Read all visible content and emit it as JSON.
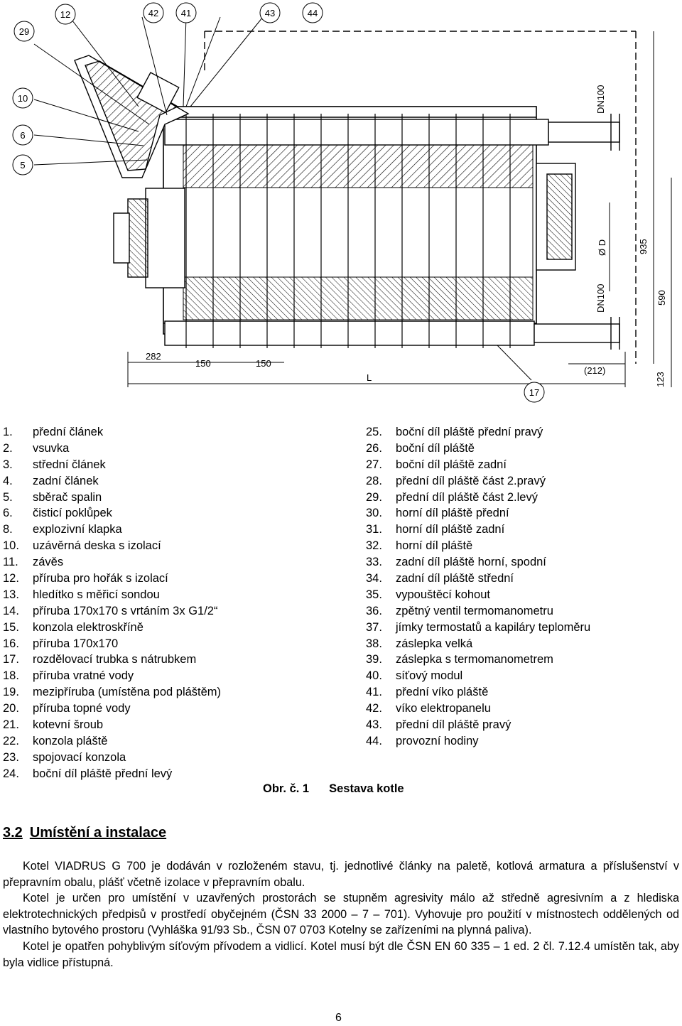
{
  "figure": {
    "callout_numbers": [
      "29",
      "12",
      "42",
      "41",
      "43",
      "44",
      "10",
      "6",
      "5",
      "17"
    ],
    "dimension_labels": [
      "DN100",
      "DN100",
      "Ø D",
      "935",
      "590",
      "282",
      "150",
      "150",
      "L",
      "(212)",
      "123"
    ]
  },
  "legend_left": [
    {
      "num": "1.",
      "text": "přední článek"
    },
    {
      "num": "2.",
      "text": "vsuvka"
    },
    {
      "num": "3.",
      "text": "střední článek"
    },
    {
      "num": "4.",
      "text": "zadní článek"
    },
    {
      "num": "5.",
      "text": "sběrač spalin"
    },
    {
      "num": "6.",
      "text": "čisticí poklůpek"
    },
    {
      "num": "8.",
      "text": "explozivní klapka"
    },
    {
      "num": "10.",
      "text": "uzávěrná deska s izolací"
    },
    {
      "num": "11.",
      "text": "závěs"
    },
    {
      "num": "12.",
      "text": "příruba pro hořák s izolací"
    },
    {
      "num": "13.",
      "text": "hledítko s měřicí sondou"
    },
    {
      "num": "14.",
      "text": "příruba 170x170 s vrtáním 3x G1/2“"
    },
    {
      "num": "15.",
      "text": "konzola elektroskříně"
    },
    {
      "num": "16.",
      "text": "příruba 170x170"
    },
    {
      "num": "17.",
      "text": "rozdělovací trubka s nátrubkem"
    },
    {
      "num": "18.",
      "text": "příruba vratné vody"
    },
    {
      "num": "19.",
      "text": "mezipříruba (umístěna pod pláštěm)"
    },
    {
      "num": "20.",
      "text": "příruba topné vody"
    },
    {
      "num": "21.",
      "text": "kotevní šroub"
    },
    {
      "num": "22.",
      "text": "konzola pláště"
    },
    {
      "num": "23.",
      "text": "spojovací konzola"
    },
    {
      "num": "24.",
      "text": "boční díl pláště přední levý"
    }
  ],
  "legend_right": [
    {
      "num": "25.",
      "text": "boční díl pláště přední pravý"
    },
    {
      "num": "26.",
      "text": "boční díl pláště"
    },
    {
      "num": "27.",
      "text": "boční díl pláště zadní"
    },
    {
      "num": "28.",
      "text": "přední díl pláště část 2.pravý"
    },
    {
      "num": "29.",
      "text": "přední díl pláště část 2.levý"
    },
    {
      "num": "30.",
      "text": "horní díl pláště přední"
    },
    {
      "num": "31.",
      "text": "horní díl pláště zadní"
    },
    {
      "num": "32.",
      "text": "horní díl pláště"
    },
    {
      "num": "33.",
      "text": "zadní díl pláště horní, spodní"
    },
    {
      "num": "34.",
      "text": "zadní díl pláště střední"
    },
    {
      "num": "35.",
      "text": "vypouštěcí kohout"
    },
    {
      "num": "36.",
      "text": "zpětný ventil termomanometru"
    },
    {
      "num": "37.",
      "text": "jímky termostatů a kapiláry teploměru"
    },
    {
      "num": "38.",
      "text": "záslepka velká"
    },
    {
      "num": "39.",
      "text": "záslepka s termomanometrem"
    },
    {
      "num": "40.",
      "text": "síťový modul"
    },
    {
      "num": "41.",
      "text": "přední víko pláště"
    },
    {
      "num": "42.",
      "text": "víko elektropanelu"
    },
    {
      "num": "43.",
      "text": "přední díl pláště pravý"
    },
    {
      "num": "44.",
      "text": "provozní hodiny"
    }
  ],
  "caption": {
    "label": "Obr. č. 1",
    "title": "Sestava kotle"
  },
  "section": {
    "number": "3.2",
    "title": "Umístění a instalace"
  },
  "paragraphs": [
    "Kotel VIADRUS G 700 je dodáván v rozloženém stavu, tj. jednotlivé články na paletě, kotlová armatura a příslušenství v přepravním obalu, plášť včetně izolace v přepravním obalu.",
    "Kotel je určen pro umístění v uzavřených prostorách se stupněm agresivity málo až středně agresivním a z hlediska elektrotechnických předpisů v prostředí obyčejném (ČSN 33 2000 – 7 – 701). Vyhovuje pro použití v místnostech oddělených od vlastního bytového prostoru (Vyhláška 91/93 Sb., ČSN 07 0703 Kotelny se zařízeními na plynná paliva).",
    "Kotel je opatřen pohyblivým síťovým přívodem a vidlicí. Kotel musí být dle ČSN EN 60 335 – 1 ed. 2 čl. 7.12.4 umístěn tak, aby byla vidlice přístupná."
  ],
  "page_number": "6"
}
